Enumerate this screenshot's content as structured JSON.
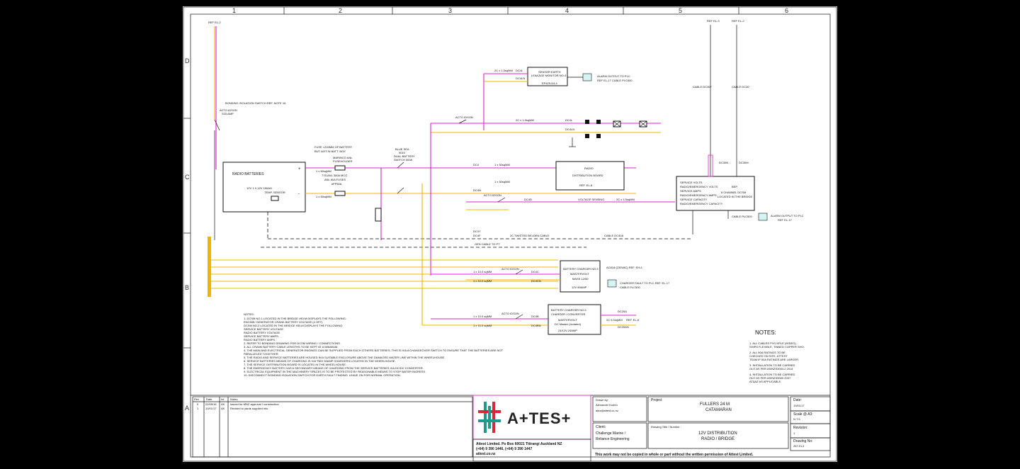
{
  "grid": {
    "columns": [
      "1",
      "2",
      "3",
      "4",
      "5",
      "6"
    ],
    "rows": [
      "D",
      "C",
      "B",
      "A"
    ]
  },
  "refs": {
    "el2_left": "REF EL-2",
    "el3": "REF EL-3",
    "el2_right": "REF EL-2"
  },
  "components": {
    "radio_batteries": "RADIO BATTERIES",
    "radio_batteries_spec": "12V 1 X 12V 150AH",
    "temp_sensor": "TEMP. SENSOR",
    "bonding_note": "BONDING ISOLATION SWITCH REF. NOTE 10.",
    "acto_left_1": "ACTO IDSON",
    "acto_left_2": "S15 AMP",
    "fuse_note_1": "FUSE <200MM OF BATTERY",
    "fuse_note_2": "BUT NOT IN BATT. BOX",
    "fuseholder_1": "MARINCO ANL",
    "fuseholder_2": "FUSEHOLDER",
    "fuse_spec_1": "778-ANL 300A MCG",
    "fuse_spec_2": "ANL 50A FUSES",
    "fuse_spec_3": "#FP50A",
    "bluesea_1": "BLUE SEA",
    "bluesea_2": "9010",
    "bluesea_3": "DUAL BATTERY",
    "bluesea_4": "SWITCH 300A",
    "sensor_earth_1": "SENSOR EARTH",
    "sensor_earth_2": "LEAKAGE MONITOR NO.4",
    "sensor_earth_3": "EP425-D4-1",
    "alarm_top_1": "ALARM OUTPUT TO PLC",
    "alarm_top_2": "REF EL-17   CABLE PLC500",
    "dist_board_1": "RADIO",
    "dist_board_2": "DISTRIBUTION BOARD",
    "dist_board_3": "REF. EL-8",
    "service_volts": [
      "SERVICE VOLTS",
      "RADIO/EMERGENCY VOLTS",
      "SERVICE AMPS",
      "RADIO/EMERGENCY AMPS",
      "SERVICE CAPACITY",
      "RADIO/EMERGENCY CAPACITY"
    ],
    "bep_1": "BEP",
    "bep_2": "8 CHANNEL DCSM",
    "bep_3": "LOCATED IN THE BRIDGE",
    "alarm_right_1": "ALARM OUTPUT TO PLC",
    "alarm_right_2": "REF EL-17",
    "charger1": [
      "BATTERY CHARGER NO.5",
      "MASTERVOLT",
      "MASS 12/50",
      "12V 50AMP"
    ],
    "charger2": [
      "BATTERY CHARGER NO.6",
      "CHARGER / CONVERTER",
      "MASTERVOLT",
      "DC Master (Isolated)",
      "24/12V-24AMP"
    ],
    "charger_fault_1": "CHARGER FAULT TO PLC REF. EL-17",
    "charger_fault_2": "CABLE PLC500",
    "ac_supply": "AC818 (230VAC) REF. EH-4",
    "ref_el6": "REF. EL-6",
    "voltage_sensing": "VOLTAGE SENSING",
    "twisted_cable": "2C TWISTED BELDEN CABLE",
    "cable_dc40a": "CABLE DC40A",
    "gen_cable": "GEN CABLE TO PT"
  },
  "cables": {
    "dc4": "DC4",
    "dc4n": "DC4N",
    "dc4l": "DC4L",
    "dc4ln": "DC4LN",
    "dc4d": "DC4D",
    "dc4c": "DC4C",
    "dc4cn": "DC4CN",
    "dc4b": "DC4B",
    "dc4bn": "DC4BN",
    "dc4y": "DC4Y",
    "dc4f": "DC4F",
    "dc25a": "DC25A",
    "dc25an": "DC25AN",
    "dc30f": "CABLE DC30F",
    "dc30": "CABLE DC30",
    "dc30n": "DC30N",
    "dc30m": "DC30M",
    "plc500": "CABLE PLC500",
    "c50": "1 x 50sqMM",
    "c2x15": "2C x 1.5sqMM",
    "c10": "1 x 10.0 sqMM",
    "c6": "2C 6.0sqMM"
  },
  "notes_left_title": "NOTES:",
  "notes_left": [
    "1.   DCSM NO.1 LOCATED IN THE BRIDGE HELM DISPLAYS THE FOLLOWING:",
    "      ENGINE/ GENERATOR CRANK BATTERY VOLTAGE (4 OFF).",
    "      DCSM NO.2 LOCATED IN THE BRIDGE HELM DISPLAYS THE FOLLOWING:",
    "      SERVICE BATTERY VOLTAGE.",
    "      RADIO BATTERY VOLTAGE.",
    "      SERVICE BATTERY AMPS.",
    "      RADIO BATTERY AMPS.",
    "2.   REFER TO BONDING DRAWING FOR DCSM WIRING / CONNECTIONS.",
    "3.   ALL CRANK BATTERY CABLE LENGTHS TO BE KEPT AT A MINIMUM.",
    "4.   THE MAIN AND ELECTRICAL GENERATOR ENGINES CAN BE SUPPLIED FROM EACH OTHERS BATTERIES. THIS IS VIA A CHANGEOVER SWITCH TO ENSURE THAT THE BATTERIES ARE NOT",
    "      PARALLELED TOGETHER.",
    "5.   THE RADIO AND SERVICE BATTERIES ARE HOUSED IN A SUITABLE ENCLOSURE ABOVE THE DAMAGED WATER LINE WITHIN THE WHEELHOUSE.",
    "6.   SERVICE BATTERIES MEANS OF CHARGING IS VIA TWO 50AMP CHARGERS LOCATED IN THE WHEELHOUSE.",
    "7.   THE SERVICE DISTRIBUTION BOARD IS LOCATED IN THE WHEELHOUSE.",
    "8.   THE EMERGENCY BATTERY HAS A SECONDARY MEANS OF CHARGING FROM THE SERVICE BATTERIES VIA DC/DC CONVERTER.",
    "9.   ELECTRICAL EQUIPMENT IN THE MACHINERY SPACES IS TO BE PROTECTED BY REASONABLE MEANS TO STOP WATER INGRESS.",
    "10. DISCONNECT BONDING ISOLATION SWITCH FOR EARTH FAULT FINDING. LEAVE ON FOR NORMAL OPERATION."
  ],
  "notes_right_title": "NOTES:",
  "notes_right": [
    "1.   ALL CABLES PVC/XPLE (90DEG)",
    "      SHIPS FLEXIBLE, TINNED COPPER SHO.",
    "2.   ALL 50A RATINGS TO BE",
    "      CHECKED ON SITE, ATTEST",
    "      TEAM IF 50A RATINGS ARE LARGER.",
    "3.   INSTALLATION TO BE CARRIED",
    "      OUT AS PER AS/NZS3004.2 2014",
    "4.   INSTALLATION TO BE CARRIED",
    "      OUT AS PER AS/NZS3000 2007",
    "      AT&AZ AS APPLICABLE."
  ],
  "title_block": {
    "rev_headers": [
      "Rev",
      "Date",
      "Int",
      "Notes"
    ],
    "revisions": [
      [
        "0",
        "02/05/16",
        "AK",
        "Issued for MNZ approval / construction"
      ],
      [
        "1",
        "10/01/17",
        "AK",
        "Revised to yards supplied info"
      ]
    ],
    "logo_text": "A+TES+",
    "company_address": "Attest Limited. Po Box 60021 Titirangi Auckland NZ",
    "company_phone": "(+64) 9 390 1446, (+64) 9 390 1447",
    "company_web": "attest.co.nz",
    "drawn_by_label": "Drawn by:",
    "drawn_by_name": "Alexander Kudrin",
    "drawn_by_email": "alex@attest.co.nz",
    "project_label": "Project",
    "project_line1": "FULLERS 24 M",
    "project_line2": "CATAMARAN",
    "date_label": "Date:",
    "date_value": "10/01/17",
    "scale_label": "Scale @ A3:",
    "scale_value": "N.T.S",
    "client_label": "Client:",
    "client_line1": "Challenge Marine /",
    "client_line2": "Reliance Engineering",
    "dwg_title_label": "Drawing Title / Number :",
    "dwg_title1": "12V DISTRIBUTION",
    "dwg_title2": "RADIO / BRIDGE",
    "revision_label": "Revision:",
    "revision_value": "1",
    "dwg_no_label": "Drawing No:",
    "dwg_no_value": "267-EL3",
    "copyright": "This work may not be copied in whole or part without the written permission of Attest Limited.",
    "row_a": "A"
  },
  "colors": {
    "positive_wire": "#e020d0",
    "negative_wire": "#f0b400",
    "line": "#111111",
    "logo_red": "#d8263a",
    "logo_teal": "#1a9b8e"
  }
}
